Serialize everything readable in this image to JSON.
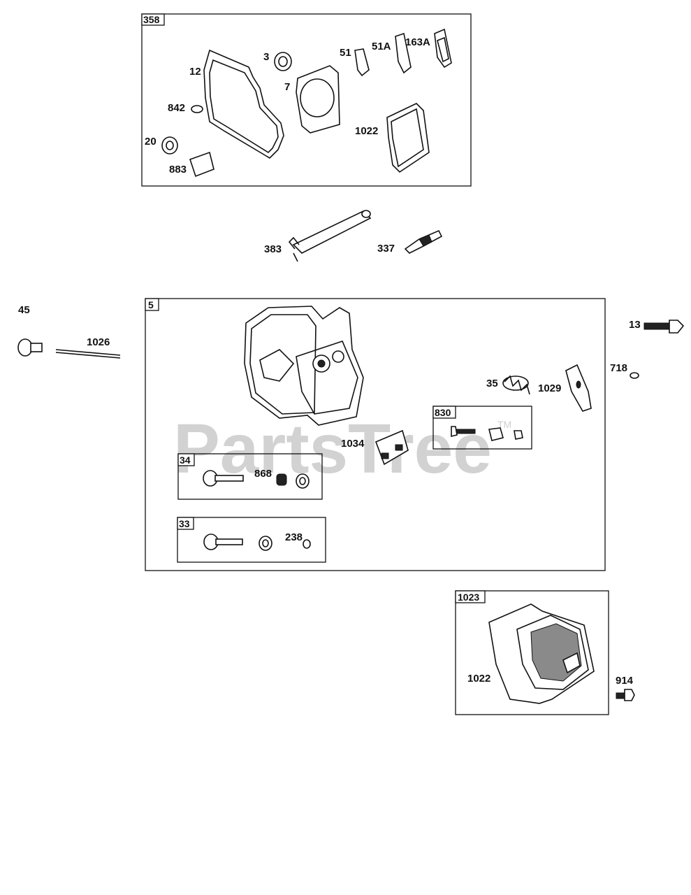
{
  "watermark": {
    "text": "PartsTree",
    "trademark": "TM"
  },
  "kits": {
    "k358": "358",
    "k5": "5",
    "k830": "830",
    "k34": "34",
    "k33": "33",
    "k1023": "1023"
  },
  "parts": {
    "p12": "12",
    "p3": "3",
    "p7": "7",
    "p51": "51",
    "p51A": "51A",
    "p163A": "163A",
    "p842": "842",
    "p20": "20",
    "p883": "883",
    "p1022a": "1022",
    "p383": "383",
    "p337": "337",
    "p45": "45",
    "p1026": "1026",
    "p13": "13",
    "p718": "718",
    "p35": "35",
    "p1029": "1029",
    "p1034": "1034",
    "p868": "868",
    "p238": "238",
    "p1022b": "1022",
    "p914": "914"
  },
  "colors": {
    "line": "#111111",
    "watermark": "#d2d2d2",
    "background": "#ffffff"
  }
}
